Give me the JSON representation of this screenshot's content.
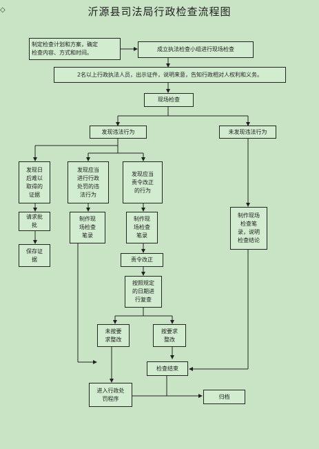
{
  "diagram": {
    "title": "沂源县司法局行政检查流程图",
    "corner_mark": "◇",
    "nodes": {
      "plan": "制定检查计划和方案，确定\n检查内容、方式和时间。",
      "team": "成立执法检查小组进行现场检查",
      "notify": "2名以上行政执法人员，出示证件，说明来意，告知行政相对人权利和义务。",
      "onsite": "现场检查",
      "found": "发现违法行为",
      "not_found": "未发现违法行为",
      "evidence": "发现日\n后难以\n取得的\n证据",
      "penalty": "发现应当\n进行行政\n处罚的违\n法行为",
      "correct": "发现应当\n责令改正\n的行为",
      "approval": "请求批\n批",
      "preserve": "保存证\n据",
      "record_penalty": "制作现\n场检查\n笔录",
      "record_correct": "制作现\n场检查\n笔录",
      "record_none": "制作现场\n检查笔\n录，说明\n检查结论",
      "order": "责令改正",
      "review": "按照规定\n的日期进\n行复查",
      "not_fixed": "未按要\n求整改",
      "fixed": "按要求\n整改",
      "end": "检查结束",
      "procedure": "进入行政处\n罚程序",
      "archive": "归档"
    }
  }
}
